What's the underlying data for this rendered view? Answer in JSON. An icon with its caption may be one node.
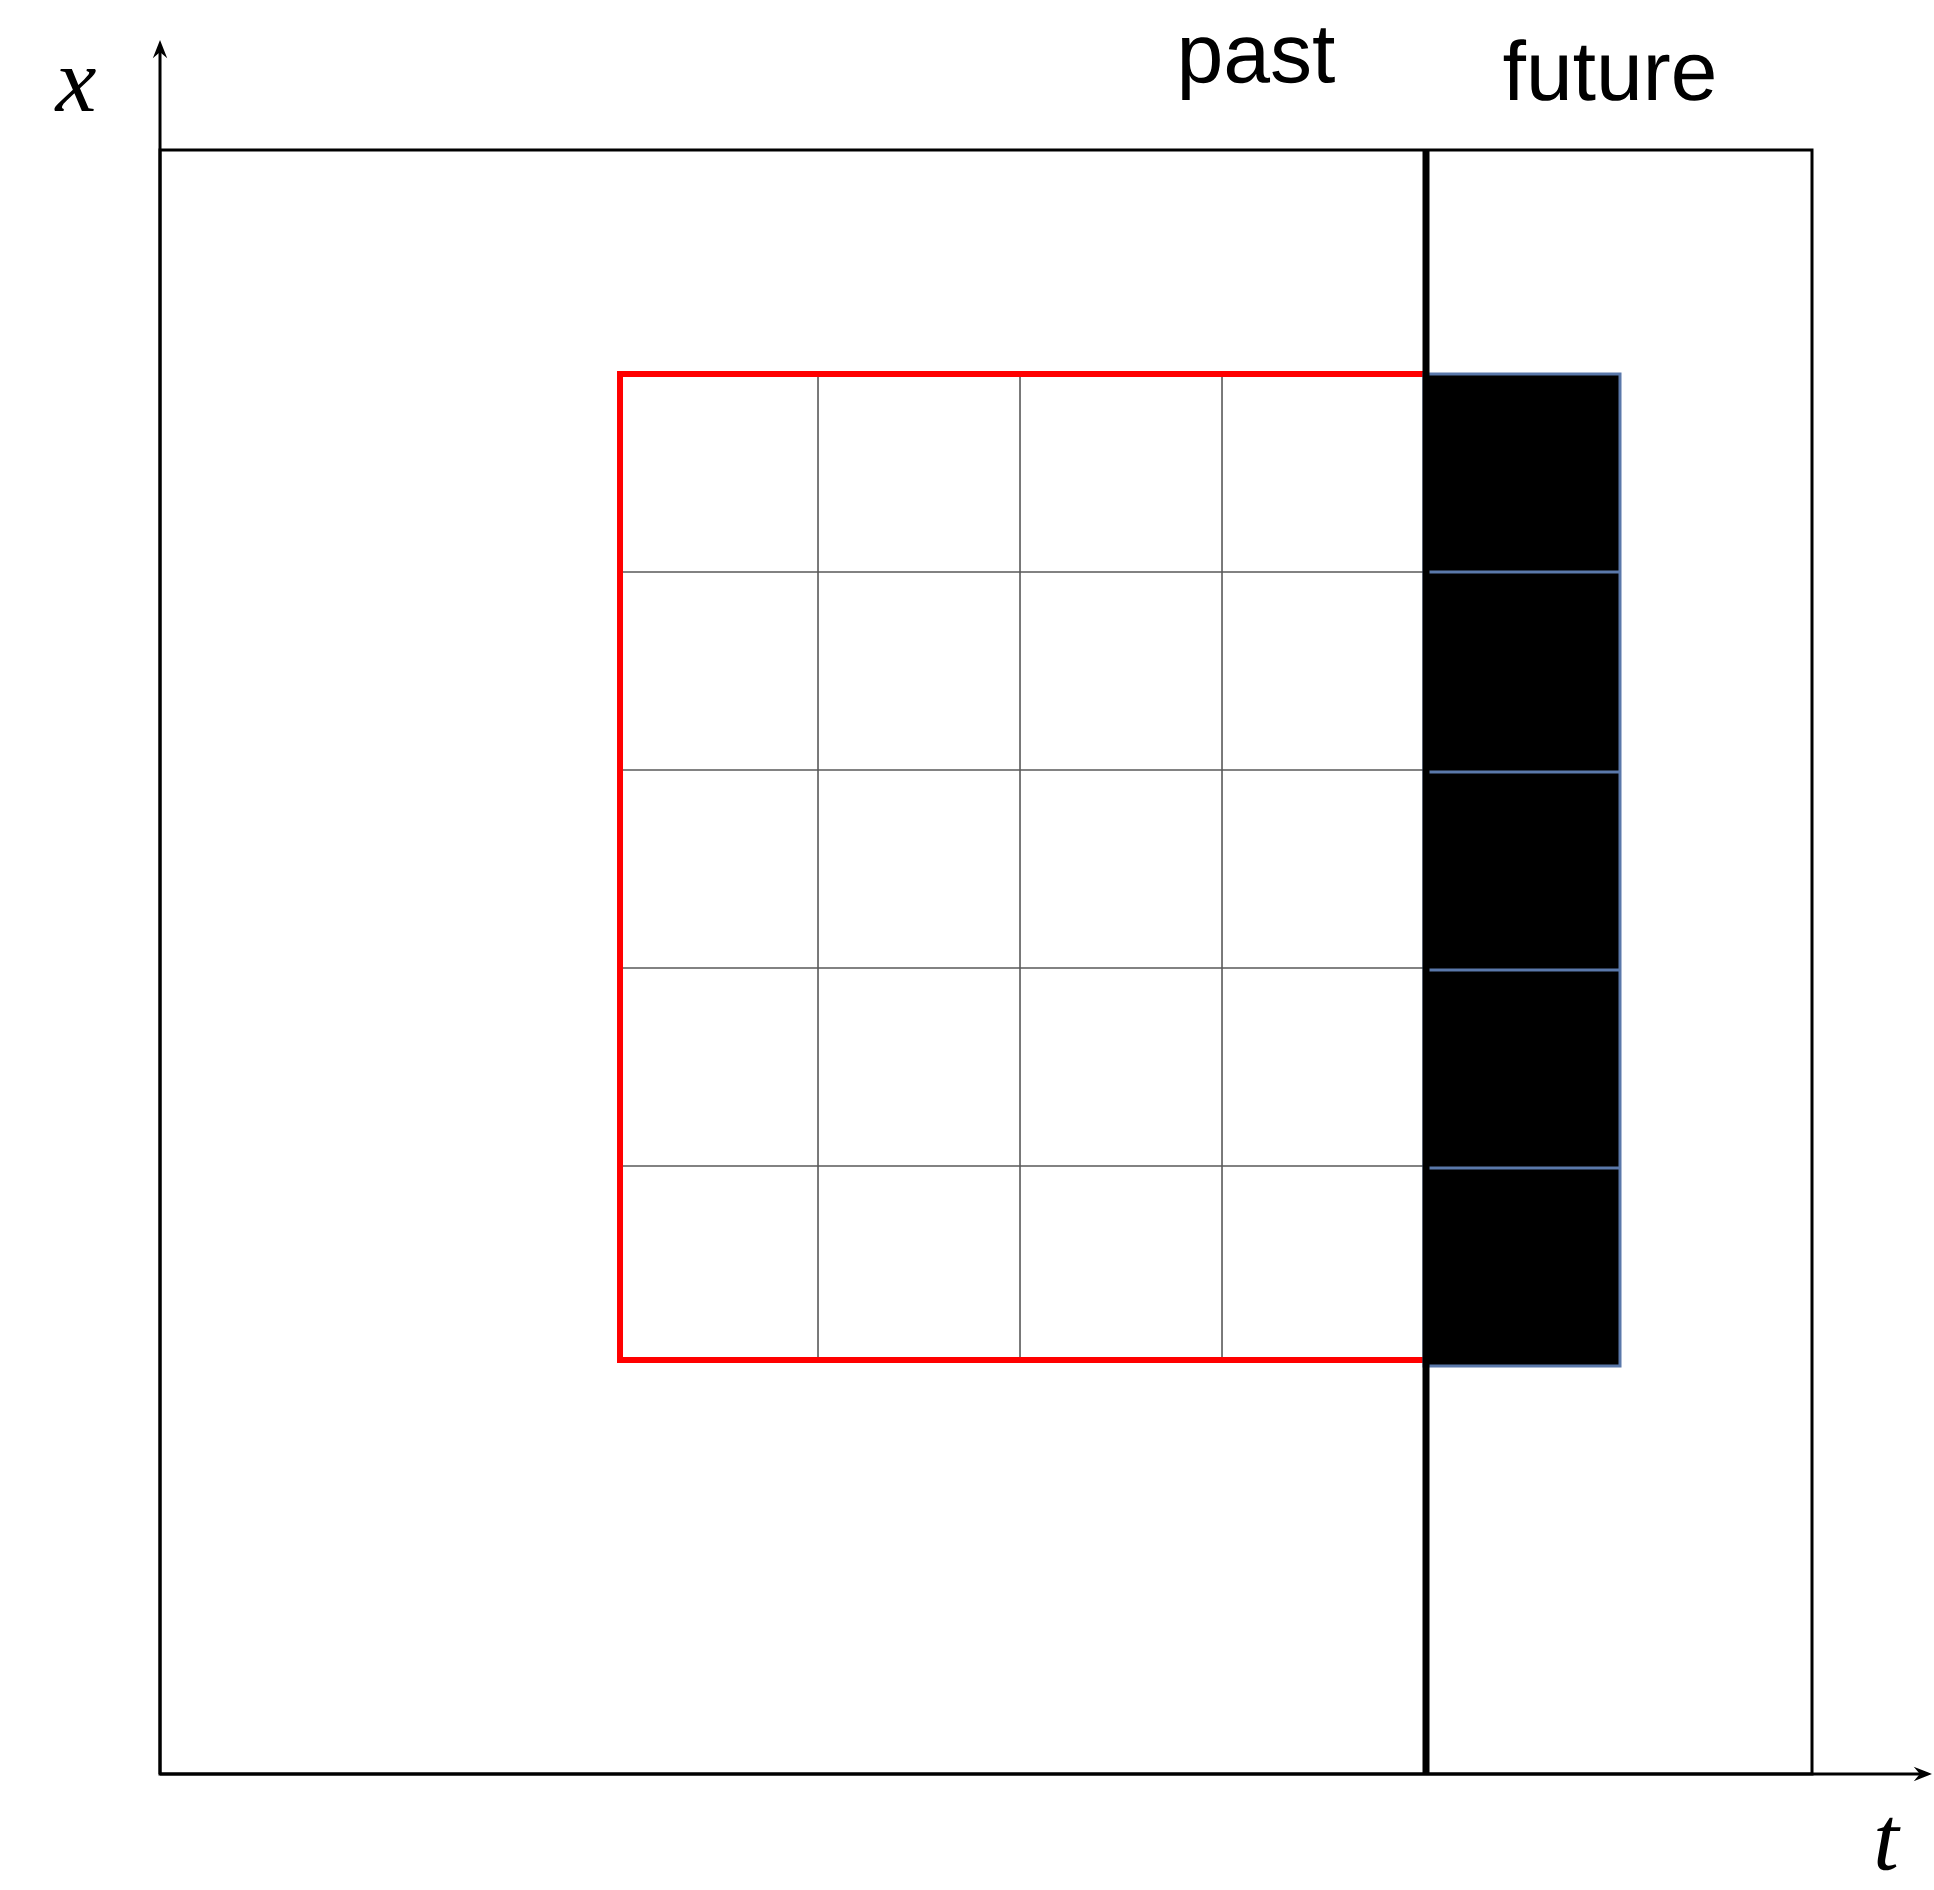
{
  "diagram": {
    "labels": [
      "x",
      "past",
      "future",
      "t"
    ]
  }
}
